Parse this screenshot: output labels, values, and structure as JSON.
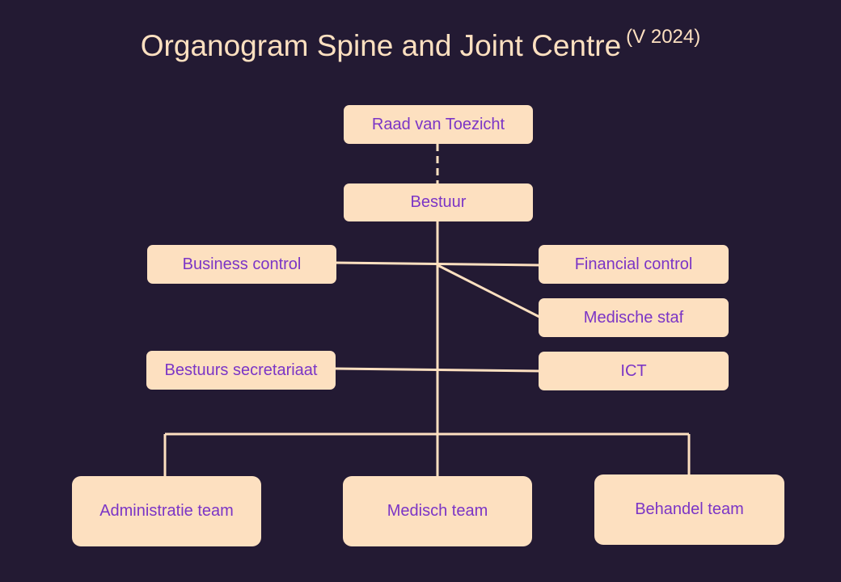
{
  "title": {
    "main": "Organogram Spine and Joint Centre",
    "version": "(V 2024)"
  },
  "nodes": {
    "raad_van_toezicht": "Raad van Toezicht",
    "bestuur": "Bestuur",
    "business_control": "Business control",
    "financial_control": "Financial control",
    "medische_staf": "Medische staf",
    "bestuurs_secretariaat": "Bestuurs secretariaat",
    "ict": "ICT",
    "administratie_team": "Administratie team",
    "medisch_team": "Medisch team",
    "behandel_team": "Behandel team"
  },
  "colors": {
    "background": "#231a33",
    "box_fill": "#fde0c0",
    "box_text": "#7b35c6",
    "title_text": "#fde0c0",
    "connector": "#fde0c0"
  }
}
